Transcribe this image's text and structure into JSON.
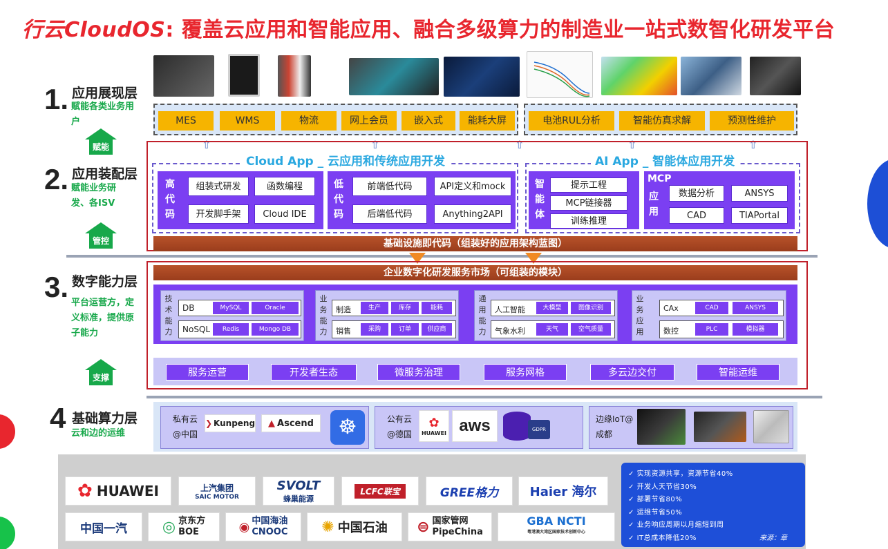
{
  "title": {
    "brand": "行云CloudOS",
    "rest": ": 覆盖云应用和智能应用、融合多级算力的制造业一站式数智化研发平台"
  },
  "layers": [
    {
      "num": "1.",
      "title": "应用展现层",
      "sub": "赋能各类业务用户"
    },
    {
      "num": "2.",
      "title": "应用装配层",
      "sub": "赋能业务研发、各ISV"
    },
    {
      "num": "3.",
      "title": "数字能力层",
      "sub": "平台运营方，定义标准，提供原子能力"
    },
    {
      "num": "4",
      "title": "基础算力层",
      "sub": "云和边的运维"
    }
  ],
  "arrows": [
    "赋能",
    "管控",
    "支撑"
  ],
  "apps_left": [
    "MES",
    "WMS",
    "物流",
    "网上会员",
    "嵌入式",
    "能耗大屏"
  ],
  "apps_right": [
    "电池RUL分析",
    "智能仿真求解",
    "预测性维护"
  ],
  "assembly": {
    "cloud_title": "Cloud App _ 云应用和传统应用开发",
    "ai_title": "AI App _ 智能体应用开发",
    "high_code": {
      "label": "高代码",
      "items": [
        "组装式研发",
        "函数编程",
        "开发脚手架",
        "Cloud IDE"
      ]
    },
    "low_code": {
      "label": "低代码",
      "items": [
        "前端低代码",
        "API定义和mock",
        "后端低代码",
        "Anything2API"
      ]
    },
    "agent": {
      "label": "智能体",
      "items": [
        "提示工程",
        "MCP链接器",
        "训练推理"
      ]
    },
    "mcp": {
      "label_top": "MCP",
      "label_side": "应用",
      "items": [
        "数据分析",
        "ANSYS",
        "CAD",
        "TIAPortal"
      ]
    },
    "base_bar": "基础设施即代码（组装好的应用架构蓝图）"
  },
  "digital": {
    "market_bar": "企业数字化研发服务市场（可组装的模块）",
    "groups": [
      {
        "label": "技术能力",
        "rows": [
          {
            "name": "DB",
            "cells": [
              "MySQL",
              "Oracle"
            ]
          },
          {
            "name": "NoSQL",
            "cells": [
              "Redis",
              "Mongo DB"
            ]
          }
        ]
      },
      {
        "label": "业务能力",
        "rows": [
          {
            "name": "制造",
            "cells": [
              "生产",
              "库存",
              "能耗"
            ]
          },
          {
            "name": "销售",
            "cells": [
              "采购",
              "订单",
              "供应商"
            ]
          }
        ]
      },
      {
        "label": "通用能力",
        "rows": [
          {
            "name": "人工智能",
            "cells": [
              "大模型",
              "图像识别"
            ]
          },
          {
            "name": "气象水利",
            "cells": [
              "天气",
              "空气质量"
            ]
          }
        ]
      },
      {
        "label": "业务应用",
        "rows": [
          {
            "name": "CAx",
            "cells": [
              "CAD",
              "ANSYS"
            ]
          },
          {
            "name": "数控",
            "cells": [
              "PLC",
              "模拟器"
            ]
          }
        ]
      }
    ],
    "services": [
      "服务运营",
      "开发者生态",
      "微服务治理",
      "服务网格",
      "多云边交付",
      "智能运维"
    ]
  },
  "compute": {
    "private": {
      "label": "私有云",
      "loc": "@中国",
      "logos": [
        "Kunpeng",
        "Ascend"
      ]
    },
    "public": {
      "label": "公有云",
      "loc": "@德国",
      "logos": [
        "HUAWEI",
        "aws",
        "GDPR"
      ]
    },
    "edge": {
      "label": "边缘IoT@",
      "loc": "成都"
    }
  },
  "customers": {
    "row1": [
      "HUAWEI",
      "上汽集团",
      "SAIC MOTOR",
      "SVOLT",
      "蜂巢能源",
      "LCFC联宝",
      "GREE格力",
      "Haier 海尔"
    ],
    "row2": [
      "中国一汽",
      "京东方",
      "BOE",
      "中国海油",
      "CNOOC",
      "中国石油",
      "国家管网",
      "PipeChina",
      "GBA NCTI",
      "粤港澳大湾区国家技术创新中心"
    ]
  },
  "benefits": [
    "实现资源共享，资源节省40%",
    "开发人天节省30%",
    "部署节省80%",
    "运维节省50%",
    "业务响应周期以月缩短到周",
    "IT总成本降低20%"
  ],
  "source": "来源：章",
  "colors": {
    "accent_red": "#e8262e",
    "green": "#17a84a",
    "purple": "#7b3ff2",
    "orange": "#f6b400",
    "blue_panel": "#1e4fd8"
  },
  "icons": [
    "check-icon",
    "kubernetes-icon",
    "database-icon",
    "up-arrow-icon",
    "down-arrow-icon"
  ]
}
